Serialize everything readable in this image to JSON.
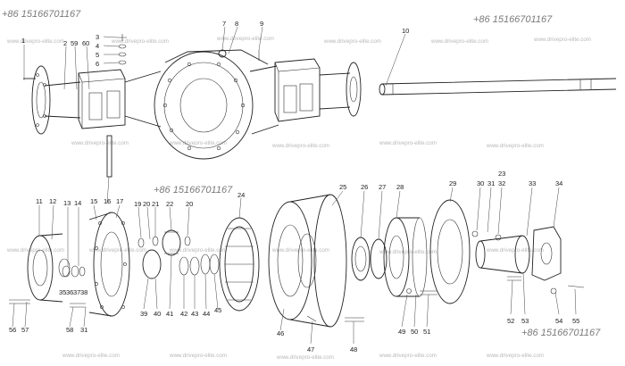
{
  "phone_watermarks": [
    "+86 15166701167",
    "+86 15166701167",
    "+86 15166701167",
    "+86 15166701167"
  ],
  "site_watermark": "www.drivepro-elite.com",
  "part_numbers": {
    "p1": "1",
    "p2": "2",
    "p3": "3",
    "p4": "4",
    "p5": "5",
    "p6": "6",
    "p7": "7",
    "p8": "8",
    "p9": "9",
    "p10": "10",
    "p11": "11",
    "p12": "12",
    "p13": "13",
    "p14": "14",
    "p15": "15",
    "p16": "16",
    "p17": "17",
    "p19": "19",
    "p20a": "20",
    "p20b": "20",
    "p21": "21",
    "p22": "22",
    "p23": "23",
    "p24": "24",
    "p25": "25",
    "p26": "26",
    "p27": "27",
    "p28": "28",
    "p29": "29",
    "p30": "30",
    "p31a": "31",
    "p31b": "31",
    "p32": "32",
    "p33": "33",
    "p34": "34",
    "p35": "35",
    "p36": "36",
    "p37": "37",
    "p38": "38",
    "p39": "39",
    "p40": "40",
    "p41": "41",
    "p42": "42",
    "p43": "43",
    "p44": "44",
    "p45": "45",
    "p46": "46",
    "p47": "47",
    "p48": "48",
    "p49": "49",
    "p50": "50",
    "p51": "51",
    "p52": "52",
    "p53": "53",
    "p54": "54",
    "p55": "55",
    "p56": "56",
    "p57": "57",
    "p58": "58",
    "p59": "59",
    "p60": "60"
  }
}
